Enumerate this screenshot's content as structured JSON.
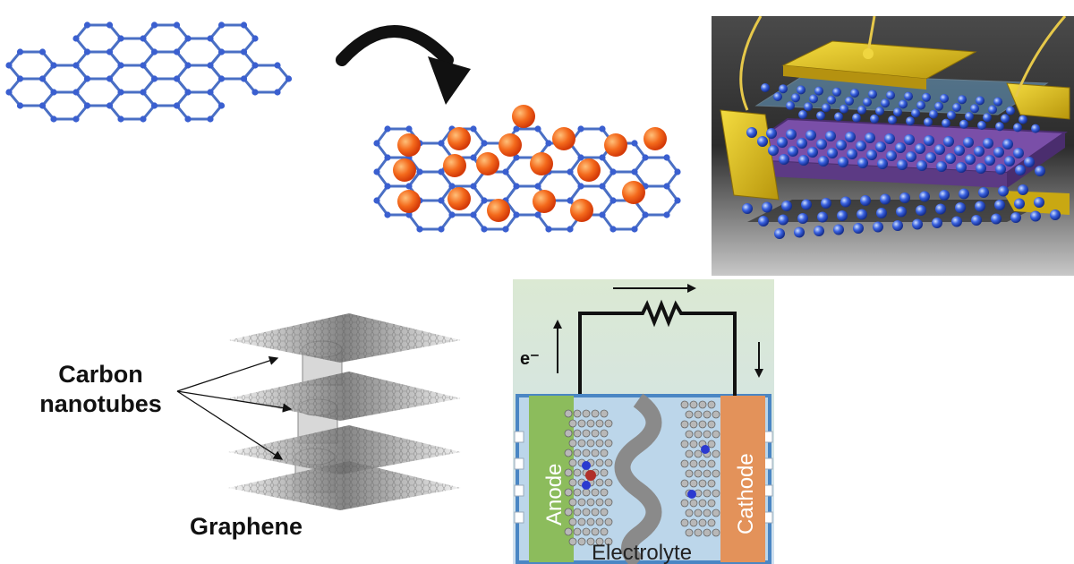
{
  "labels": {
    "carbon_nanotubes_line1": "Carbon",
    "carbon_nanotubes_line2": "nanotubes",
    "graphene": "Graphene"
  },
  "battery": {
    "electron": "e⁻",
    "anode": "Anode",
    "cathode": "Cathode",
    "electrolyte": "Electrolyte"
  },
  "colors": {
    "lattice_blue": "#4a6fc4",
    "atom_blue": "#3a5fd0",
    "dopant_red": "#f05a1a",
    "gold": "#e2c21a",
    "purple_layer": "#7a4fa8",
    "anode_green": "#8cbc5c",
    "cathode_orange": "#e3925a",
    "electrolyte_blue": "#bcd6ea"
  }
}
